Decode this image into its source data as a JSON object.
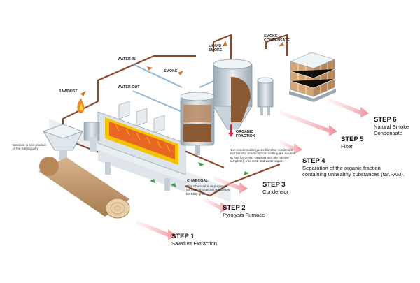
{
  "labels": {
    "sawdust": "SAWDUST",
    "water_in": "WATER IN",
    "water_out": "WATER OUT",
    "smoke": "SMOKE",
    "liquid_smoke": "LIQUID\nSMOKE",
    "smoke_condensate": "SMOKE\nCONDENSATE",
    "organic_fraction": "ORGANIC\nFRACTION",
    "charcoal": "CHARCOAL"
  },
  "notes": {
    "mill": "Sawdust is a bi-product\nof the mill industry",
    "gases": "Non-condensable gases from the condensor\nand harmful products from settling are re-used\nas fuel for drying sawdust and are burned\ncompletely into CO2 and water vapor.",
    "charcoal": "This Charcoal is re-purposed\nfor making charcoal Briquettes\nfor BBQ grills."
  },
  "steps": [
    {
      "title": "STEP 1",
      "desc": "Sawdust Extraction"
    },
    {
      "title": "STEP 2",
      "desc": "Pyrolysis Furnace"
    },
    {
      "title": "STEP 3",
      "desc": "Condensor"
    },
    {
      "title": "STEP 4",
      "desc": "Separation of the organic fraction\ncontaining unhealthy substances (tar,PAM)."
    },
    {
      "title": "STEP 5",
      "desc": "Filter"
    },
    {
      "title": "STEP 6",
      "desc": "Natural Smoke\nCondensate"
    }
  ],
  "colors": {
    "step_arrow": "#f0a8ae",
    "pipe_brown": "#8a4a2e",
    "pipe_blue": "#8fb8d8",
    "furnace_yellow": "#f5c400",
    "fire_orange": "#e8562a",
    "steel": "#b8c4cc",
    "wood": "#c9a27a",
    "green_flow": "#3aa04a"
  },
  "icons": [
    "flame-icon",
    "flow-arrow-icon",
    "step-arrow-icon"
  ]
}
